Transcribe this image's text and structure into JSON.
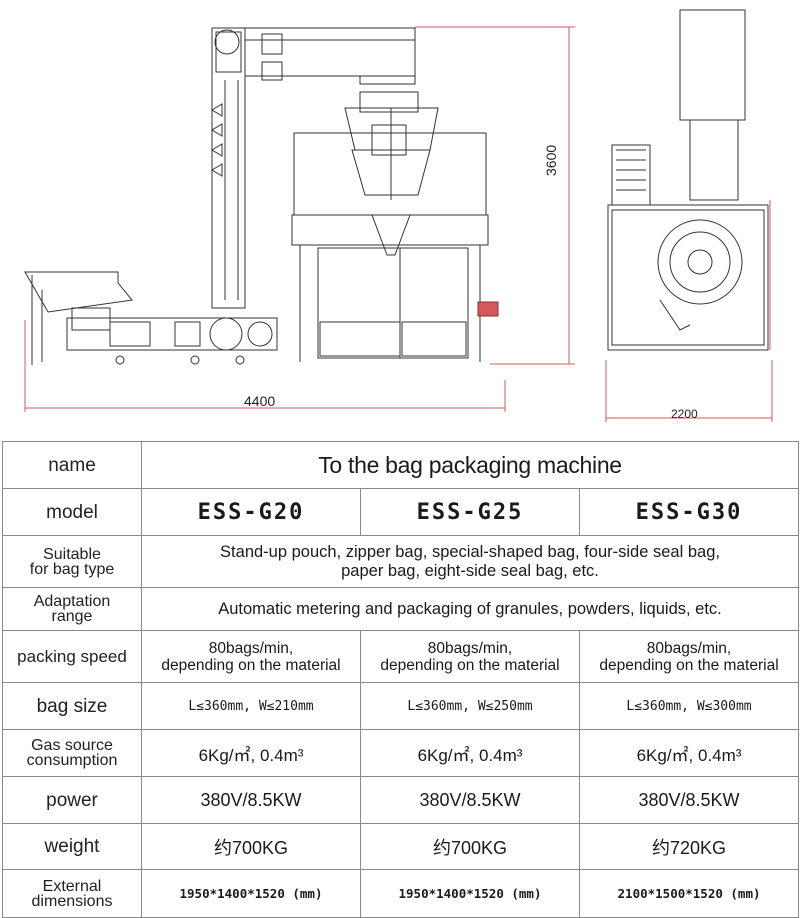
{
  "drawing": {
    "height_label": "3600",
    "width_label": "4400",
    "depth_label": "2200"
  },
  "table": {
    "name_header": "name",
    "title": "To the bag packaging machine",
    "model_header": "model",
    "models": [
      "ESS-G20",
      "ESS-G25",
      "ESS-G30"
    ],
    "suitable_header": [
      "Suitable",
      "for bag type"
    ],
    "suitable_value": [
      "Stand-up pouch, zipper bag, special-shaped bag, four-side seal bag,",
      "paper bag, eight-side seal bag, etc."
    ],
    "adaptation_header": [
      "Adaptation",
      "range"
    ],
    "adaptation_value": "Automatic metering and packaging of granules, powders, liquids, etc.",
    "speed_header": "packing speed",
    "speed_values": [
      [
        "80bags/min,",
        "depending on the material"
      ],
      [
        "80bags/min,",
        "depending on the material"
      ],
      [
        "80bags/min,",
        "depending on the material"
      ]
    ],
    "bagsize_header": "bag size",
    "bagsize_values": [
      "L≤360mm, W≤210mm",
      "L≤360mm, W≤250mm",
      "L≤360mm, W≤300mm"
    ],
    "gas_header": [
      "Gas source",
      "consumption"
    ],
    "gas_values": [
      "6Kg/㎡, 0.4m³",
      "6Kg/㎡, 0.4m³",
      "6Kg/㎡, 0.4m³"
    ],
    "power_header": "power",
    "power_values": [
      "380V/8.5KW",
      "380V/8.5KW",
      "380V/8.5KW"
    ],
    "weight_header": "weight",
    "weight_values": [
      "约700KG",
      "约700KG",
      "约720KG"
    ],
    "external_header": [
      "External",
      "dimensions"
    ],
    "external_values": [
      "1950*1400*1520 (mm)",
      "1950*1400*1520 (mm)",
      "2100*1500*1520 (mm)"
    ]
  },
  "colors": {
    "dimension_line": "#d4585a",
    "line_art": "#333333",
    "table_border": "#8a8a8a"
  }
}
